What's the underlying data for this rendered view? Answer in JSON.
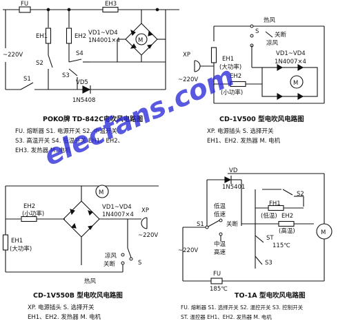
{
  "watermark": "elecfans.com",
  "d1": {
    "labels": {
      "fu": "FU",
      "eh3": "EH3",
      "eh1": "EH1",
      "eh2": "EH2",
      "vd": "VD1~VD4",
      "diode": "1N4001×4",
      "volt": "~220V",
      "s2": "S2",
      "s3": "S3",
      "s4": "S4",
      "vd5": "VD5",
      "s1": "S1",
      "vd5part": "1N5408",
      "motor": "M"
    },
    "title": "POKO牌 TD-842C电吹风电路图",
    "legend": [
      "FU. 熔断器   S1. 电源开关   S2. 中温开关",
      "S3. 高温开关   S4. 低温开关   EH1、EH2、",
      "EH3. 发热器   M. 电机"
    ]
  },
  "d2": {
    "labels": {
      "hot": "热风",
      "s": "S",
      "off": "关断",
      "cold": "凉风",
      "xp": "XP",
      "volt": "~220V",
      "eh1": "EH1",
      "eh1b": "(大功率)",
      "eh2": "EH2",
      "eh2b": "(小功率)",
      "vd": "VD1~VD4",
      "diode": "1N4007×4",
      "motor": "M"
    },
    "title": "CD-1V500 型电吹风电路图",
    "legend": [
      "XP. 电源插头   S. 选择开关",
      "EH1、EH2. 发热器   M. 电机"
    ]
  },
  "d3": {
    "labels": {
      "motor": "M",
      "eh2": "EH2",
      "eh2b": "(小功率)",
      "vd": "VD1~VD4",
      "diode": "1N4007×4",
      "eh1": "EH1",
      "eh1b": "(大功率)",
      "xp": "XP",
      "volt": "~220V",
      "cold": "凉风",
      "off": "关断",
      "s": "S",
      "hot": "热风"
    },
    "title": "CD-1V550B 型电吹风电路图",
    "legend": [
      "XP. 电源插头   S. 选择开关",
      "EH1、EH2. 发热器   M. 电机"
    ]
  },
  "d4": {
    "labels": {
      "vd": "VD",
      "vdpart": "1N5401",
      "low": "低温",
      "lowspd": "低速",
      "off": "关断",
      "s1": "S1",
      "s2": "S2",
      "fh1": "FH1",
      "fh1b": "(低温)",
      "eh2": "EH2",
      "eh2b": "(高温)",
      "mid": "中温",
      "high": "高速",
      "volt": "~220V",
      "st": "ST",
      "st_temp": "115℃",
      "s3": "S3",
      "fu": "FU",
      "fu_temp": "185℃",
      "motor": "M"
    },
    "title": "TO-1A 型电吹风电路图",
    "legend": [
      "FU. 熔断器   S1. 选择开关   S2. 温控开关   S3. 控制开关",
      "ST. 温控器   EH1、EH2. 发热器   M. 电机"
    ]
  }
}
